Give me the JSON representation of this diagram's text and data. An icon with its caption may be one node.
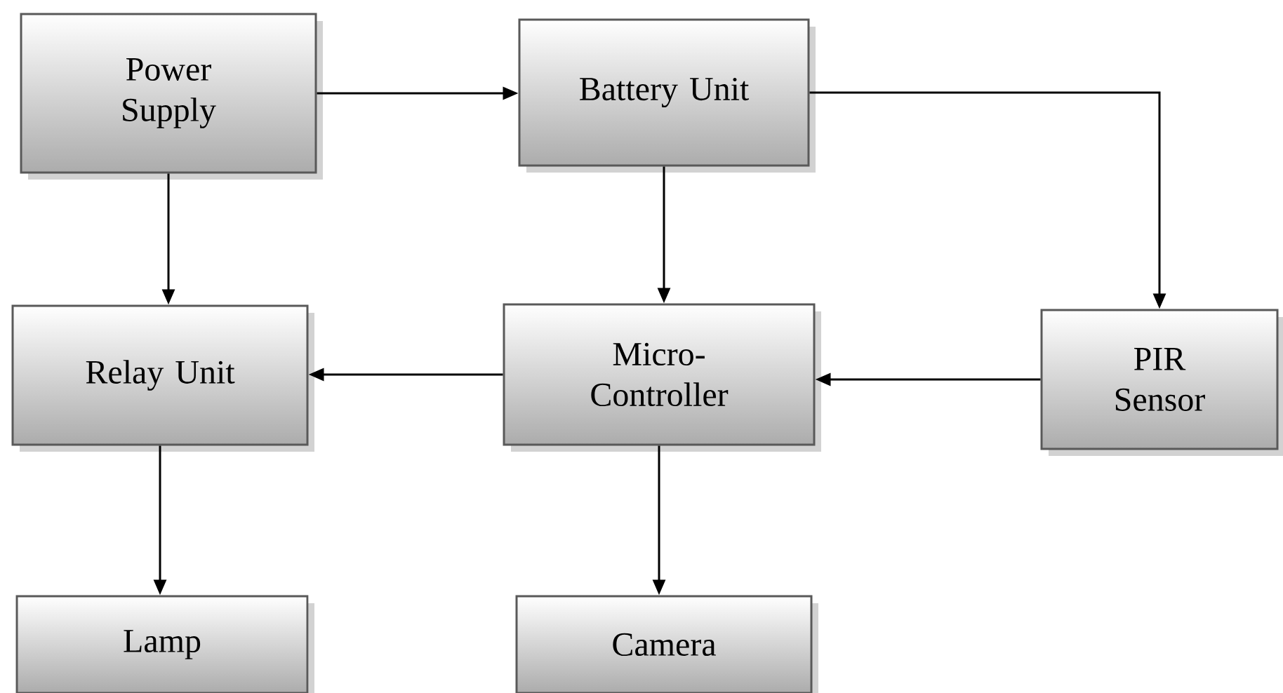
{
  "diagram": {
    "nodes": [
      {
        "text": [
          "Power Supply"
        ]
      },
      {
        "text": [
          "Battery Unit"
        ]
      },
      {
        "text": [
          "Relay Unit"
        ]
      },
      {
        "text": [
          "Micro- Controller"
        ]
      },
      {
        "text": [
          "PIR Sensor"
        ]
      },
      {
        "text": [
          "Lamp"
        ]
      },
      {
        "text": [
          "Camera"
        ]
      }
    ],
    "edges": [
      {
        "from": 0,
        "to": 1,
        "arrow": "to"
      },
      {
        "from": 1,
        "to": 4,
        "arrow": "to"
      },
      {
        "from": 0,
        "to": 2,
        "arrow": "to"
      },
      {
        "from": 1,
        "to": 3,
        "arrow": "to"
      },
      {
        "from": 4,
        "to": 3,
        "arrow": "to"
      },
      {
        "from": 3,
        "to": 2,
        "arrow": "to"
      },
      {
        "from": 2,
        "to": 5,
        "arrow": "to"
      },
      {
        "from": 3,
        "to": 6,
        "arrow": "to"
      }
    ]
  }
}
